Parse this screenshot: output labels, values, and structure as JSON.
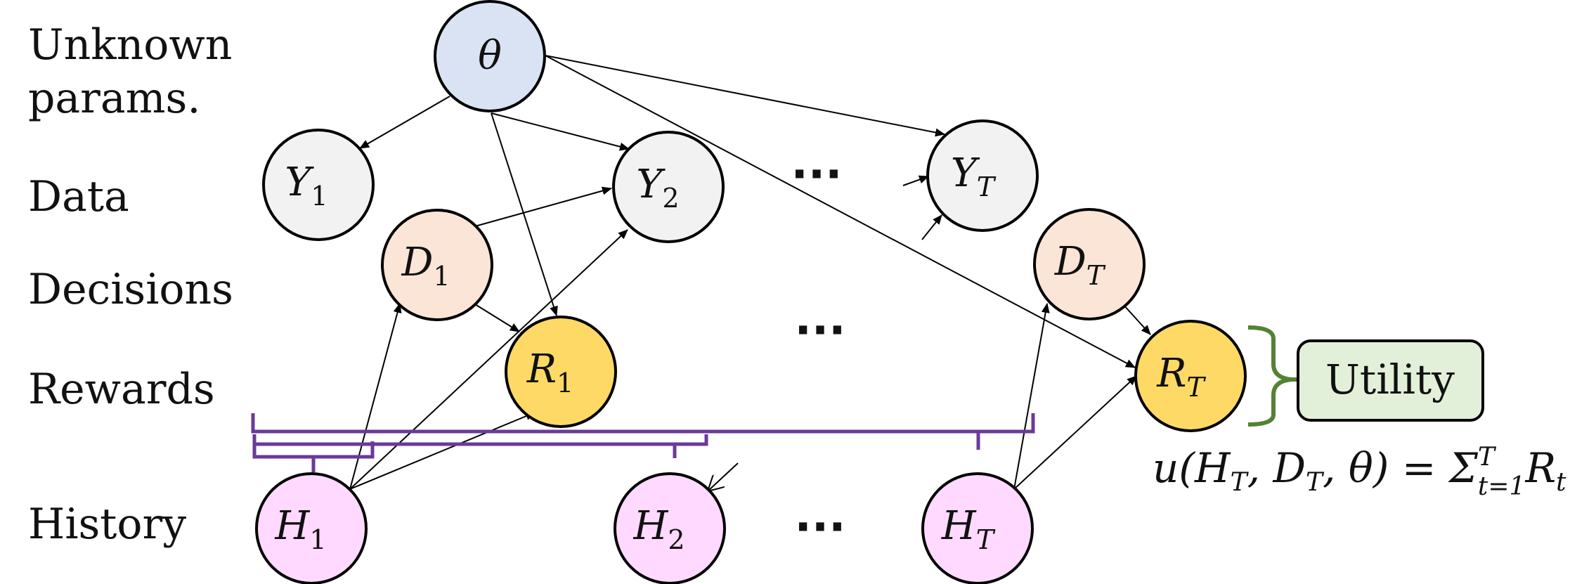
{
  "row_labels": {
    "unknown_line1": "Unknown",
    "unknown_line2": "params.",
    "data": "Data",
    "decisions": "Decisions",
    "rewards": "Rewards",
    "history": "History"
  },
  "nodes": {
    "theta": {
      "main": "θ",
      "sub": ""
    },
    "Y1": {
      "main": "Y",
      "sub": "1"
    },
    "Y2": {
      "main": "Y",
      "sub": "2"
    },
    "YT": {
      "main": "Y",
      "sub": "T"
    },
    "D1": {
      "main": "D",
      "sub": "1"
    },
    "DT": {
      "main": "D",
      "sub": "T"
    },
    "R1": {
      "main": "R",
      "sub": "1"
    },
    "RT": {
      "main": "R",
      "sub": "T"
    },
    "H1": {
      "main": "H",
      "sub": "1"
    },
    "H2": {
      "main": "H",
      "sub": "2"
    },
    "HT": {
      "main": "H",
      "sub": "T"
    }
  },
  "ellipsis": "···",
  "utility_label": "Utility",
  "formula": {
    "lhs": "u(H",
    "lhs_sub1": "T",
    "mid1": ", D",
    "lhs_sub2": "T",
    "mid2": ", θ) = Σ",
    "sum_sub": "t=1",
    "sum_sup": "T",
    "rhs": "R",
    "rhs_sub": "t"
  },
  "colors": {
    "theta_fill": "#dae3f3",
    "data_fill": "#f2f2f2",
    "decision_fill": "#fbe5d6",
    "reward_fill": "#ffd966",
    "history_fill": "#ffd9ff",
    "utility_fill": "#e2f0d9",
    "brace_purple": "#6a3a9a",
    "brace_green": "#548235"
  }
}
